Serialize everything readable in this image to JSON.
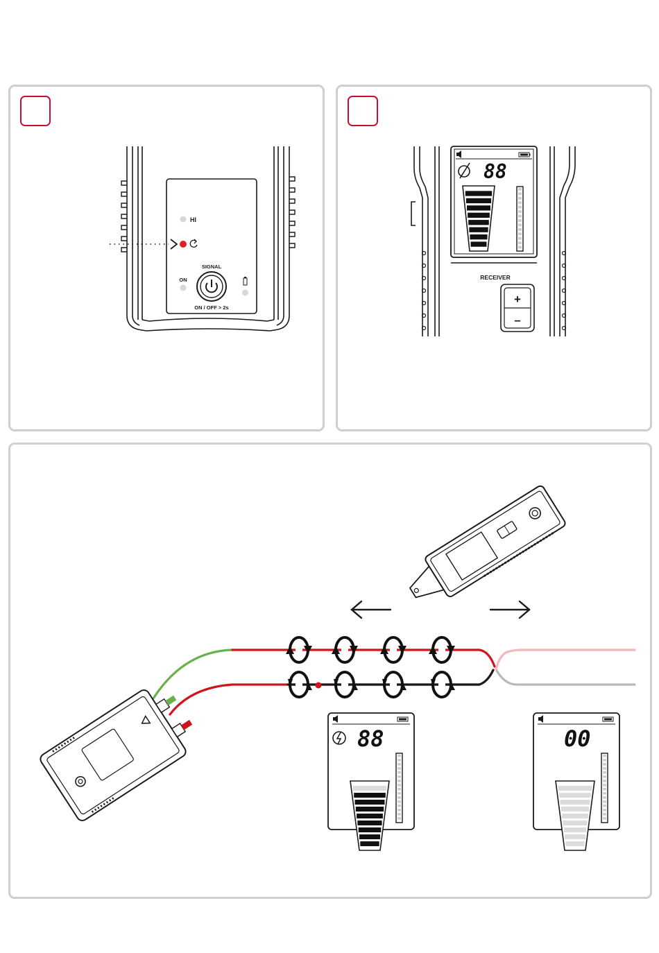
{
  "transmitter": {
    "hi_label": "HI",
    "signal_label": "SIGNAL",
    "on_label": "ON",
    "onoff_label": "ON / OFF > 2s"
  },
  "receiver": {
    "display_value": "88",
    "receiver_label": "RECEIVER",
    "plus_label": "+",
    "minus_label": "–",
    "bar_segments_on": 8
  },
  "scene": {
    "display_near": {
      "value": "88",
      "bar_segments_on": 8
    },
    "display_far": {
      "value": "00",
      "bar_segments_on": 0
    }
  },
  "colors": {
    "accent_red": "#c8102e",
    "led_red": "#e02020",
    "wire_red": "#d0141c",
    "wire_green": "#6ab04c",
    "wire_pink": "#f2b8bc",
    "wire_grey": "#b8b8b8",
    "panel_border": "#cfcfcf"
  }
}
